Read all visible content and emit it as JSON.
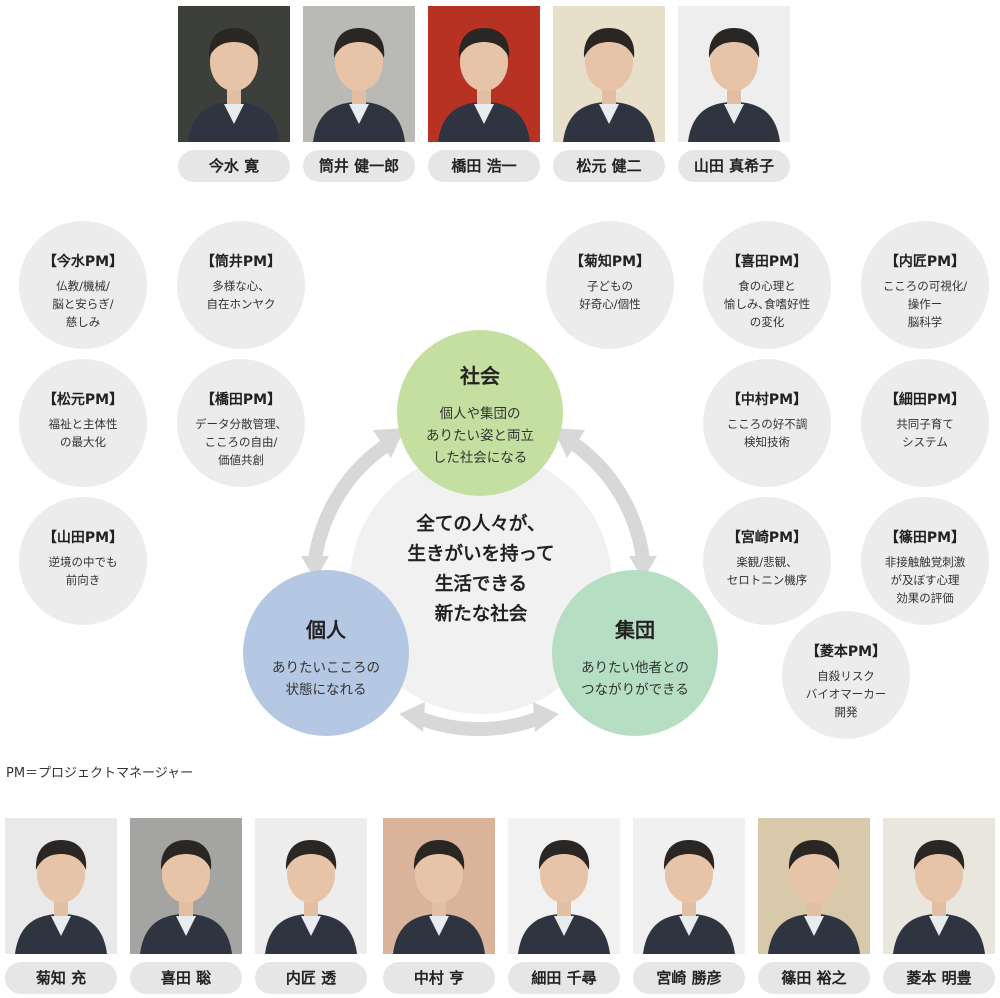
{
  "colors": {
    "nameplate_bg": "#e6e6e6",
    "pm_circle_bg": "#ececec",
    "center_bg": "#f1f1f1",
    "society": "#c5dfa1",
    "individual": "#b4c7e3",
    "group": "#b5dec2",
    "arrow": "#d8d8d8"
  },
  "top_people": [
    {
      "name": "今水 寛",
      "icon": "person-photo",
      "bg": "#3c3f3a"
    },
    {
      "name": "筒井 健一郎",
      "icon": "person-photo",
      "bg": "#b9b9b6"
    },
    {
      "name": "橋田 浩一",
      "icon": "person-photo",
      "bg": "#b73223"
    },
    {
      "name": "松元 健二",
      "icon": "person-photo",
      "bg": "#e7dfc9"
    },
    {
      "name": "山田 真希子",
      "icon": "person-photo",
      "bg": "#eeeeee"
    }
  ],
  "pms": [
    {
      "title": "【今水PM】",
      "desc": "仏教/機械/\n脳と安らぎ/\n慈しみ"
    },
    {
      "title": "【筒井PM】",
      "desc": "多様な心、\n自在ホンヤク"
    },
    {
      "title": "【松元PM】",
      "desc": "福祉と主体性\nの最大化"
    },
    {
      "title": "【橋田PM】",
      "desc": "データ分散管理、\nこころの自由/\n価値共創"
    },
    {
      "title": "【山田PM】",
      "desc": "逆境の中でも\n前向き"
    },
    {
      "title": "【菊知PM】",
      "desc": "子どもの\n好奇心/個性"
    },
    {
      "title": "【喜田PM】",
      "desc": "食の心理と\n愉しみ､食嗜好性\nの変化"
    },
    {
      "title": "【内匠PM】",
      "desc": "こころの可視化/\n操作ー\n脳科学"
    },
    {
      "title": "【中村PM】",
      "desc": "こころの好不調\n検知技術"
    },
    {
      "title": "【細田PM】",
      "desc": "共同子育て\nシステム"
    },
    {
      "title": "【宮崎PM】",
      "desc": "楽観/悲観、\nセロトニン機序"
    },
    {
      "title": "【篠田PM】",
      "desc": "非接触触覚刺激\nが及ぼす心理\n効果の評価"
    },
    {
      "title": "【菱本PM】",
      "desc": "自殺リスク\nバイオマーカー\n開発"
    }
  ],
  "center": {
    "text": "全ての人々が、\n生きがいを持って\n生活できる\n新たな社会"
  },
  "society": {
    "title": "社会",
    "desc": "個人や集団の\nありたい姿と両立\nした社会になる"
  },
  "individual": {
    "title": "個人",
    "desc": "ありたいこころの\n状態になれる"
  },
  "group": {
    "title": "集団",
    "desc": "ありたい他者との\nつながりができる"
  },
  "footnote": "PM＝プロジェクトマネージャー",
  "bottom_people": [
    {
      "name": "菊知 充",
      "icon": "person-photo",
      "bg": "#e9e9e9"
    },
    {
      "name": "喜田 聡",
      "icon": "person-photo",
      "bg": "#a4a4a2"
    },
    {
      "name": "内匠 透",
      "icon": "person-photo",
      "bg": "#ededed"
    },
    {
      "name": "中村 亨",
      "icon": "person-photo",
      "bg": "#d9b39a"
    },
    {
      "name": "細田 千尋",
      "icon": "person-photo",
      "bg": "#f1f1f1"
    },
    {
      "name": "宮崎 勝彦",
      "icon": "person-photo",
      "bg": "#f0f0f0"
    },
    {
      "name": "篠田 裕之",
      "icon": "person-photo",
      "bg": "#d7c9a9"
    },
    {
      "name": "菱本 明豊",
      "icon": "person-photo",
      "bg": "#e8e6dd"
    }
  ]
}
